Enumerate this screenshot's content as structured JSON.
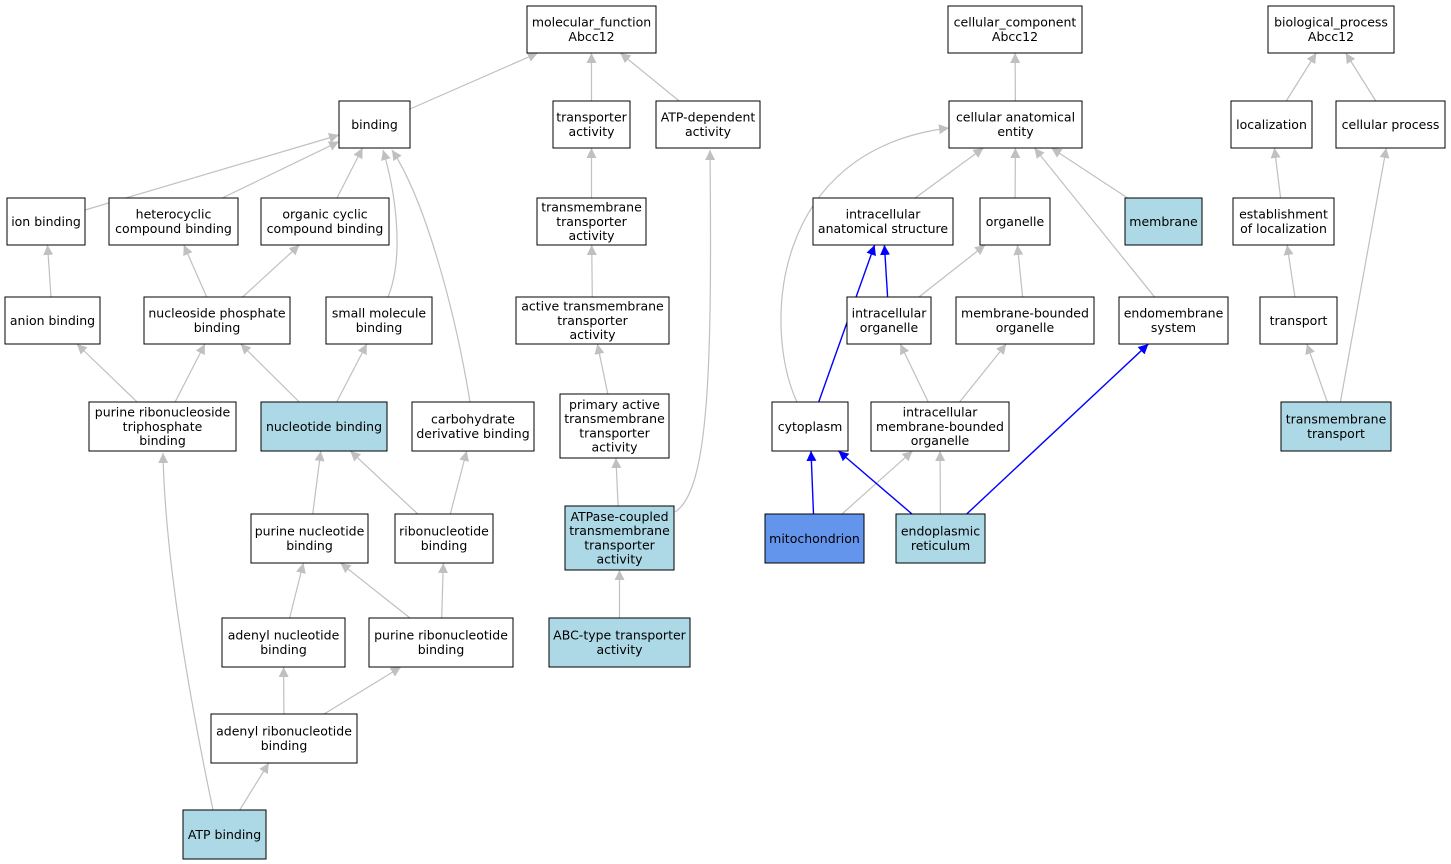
{
  "colors": {
    "plain": "#ffffff",
    "highlight": "#add8e6",
    "focus": "#6495ed",
    "edge_gray": "#c0c0c0",
    "edge_blue": "#0000ff"
  },
  "nodes": [
    {
      "id": "mf",
      "label": [
        "molecular_function",
        "Abcc12"
      ],
      "style": "plain"
    },
    {
      "id": "binding",
      "label": [
        "binding"
      ],
      "style": "plain"
    },
    {
      "id": "transp",
      "label": [
        "transporter",
        "activity"
      ],
      "style": "plain"
    },
    {
      "id": "atpdep",
      "label": [
        "ATP-dependent",
        "activity"
      ],
      "style": "plain"
    },
    {
      "id": "ionb",
      "label": [
        "ion binding"
      ],
      "style": "plain"
    },
    {
      "id": "hetb",
      "label": [
        "heterocyclic",
        "compound binding"
      ],
      "style": "plain"
    },
    {
      "id": "orgcyc",
      "label": [
        "organic cyclic",
        "compound binding"
      ],
      "style": "plain"
    },
    {
      "id": "tmta",
      "label": [
        "transmembrane",
        "transporter",
        "activity"
      ],
      "style": "plain"
    },
    {
      "id": "anionb",
      "label": [
        "anion binding"
      ],
      "style": "plain"
    },
    {
      "id": "nucphos",
      "label": [
        "nucleoside phosphate",
        "binding"
      ],
      "style": "plain"
    },
    {
      "id": "smallm",
      "label": [
        "small molecule",
        "binding"
      ],
      "style": "plain"
    },
    {
      "id": "atmta",
      "label": [
        "active transmembrane",
        "transporter",
        "activity"
      ],
      "style": "plain"
    },
    {
      "id": "prntp",
      "label": [
        "purine ribonucleoside",
        "triphosphate",
        "binding"
      ],
      "style": "plain"
    },
    {
      "id": "nucb",
      "label": [
        "nucleotide binding"
      ],
      "style": "highlight"
    },
    {
      "id": "carbo",
      "label": [
        "carbohydrate",
        "derivative binding"
      ],
      "style": "plain"
    },
    {
      "id": "patmta",
      "label": [
        "primary active",
        "transmembrane",
        "transporter",
        "activity"
      ],
      "style": "plain"
    },
    {
      "id": "purnuc",
      "label": [
        "purine nucleotide",
        "binding"
      ],
      "style": "plain"
    },
    {
      "id": "ribonuc",
      "label": [
        "ribonucleotide",
        "binding"
      ],
      "style": "plain"
    },
    {
      "id": "atpcoup",
      "label": [
        "ATPase-coupled",
        "transmembrane",
        "transporter",
        "activity"
      ],
      "style": "highlight"
    },
    {
      "id": "adenyl",
      "label": [
        "adenyl nucleotide",
        "binding"
      ],
      "style": "plain"
    },
    {
      "id": "purribo",
      "label": [
        "purine ribonucleotide",
        "binding"
      ],
      "style": "plain"
    },
    {
      "id": "abc",
      "label": [
        "ABC-type transporter",
        "activity"
      ],
      "style": "highlight"
    },
    {
      "id": "adribo",
      "label": [
        "adenyl ribonucleotide",
        "binding"
      ],
      "style": "plain"
    },
    {
      "id": "atpb",
      "label": [
        "ATP binding"
      ],
      "style": "highlight"
    },
    {
      "id": "cc",
      "label": [
        "cellular_component",
        "Abcc12"
      ],
      "style": "plain"
    },
    {
      "id": "cae",
      "label": [
        "cellular anatomical",
        "entity"
      ],
      "style": "plain"
    },
    {
      "id": "ias",
      "label": [
        "intracellular",
        "anatomical structure"
      ],
      "style": "plain"
    },
    {
      "id": "organelle",
      "label": [
        "organelle"
      ],
      "style": "plain"
    },
    {
      "id": "membrane",
      "label": [
        "membrane"
      ],
      "style": "highlight"
    },
    {
      "id": "intorg",
      "label": [
        "intracellular",
        "organelle"
      ],
      "style": "plain"
    },
    {
      "id": "mbo",
      "label": [
        "membrane-bounded",
        "organelle"
      ],
      "style": "plain"
    },
    {
      "id": "endo",
      "label": [
        "endomembrane",
        "system"
      ],
      "style": "plain"
    },
    {
      "id": "cyto",
      "label": [
        "cytoplasm"
      ],
      "style": "plain"
    },
    {
      "id": "imbo",
      "label": [
        "intracellular",
        "membrane-bounded",
        "organelle"
      ],
      "style": "plain"
    },
    {
      "id": "mito",
      "label": [
        "mitochondrion"
      ],
      "style": "focus"
    },
    {
      "id": "er",
      "label": [
        "endoplasmic",
        "reticulum"
      ],
      "style": "highlight"
    },
    {
      "id": "bp",
      "label": [
        "biological_process",
        "Abcc12"
      ],
      "style": "plain"
    },
    {
      "id": "loc",
      "label": [
        "localization"
      ],
      "style": "plain"
    },
    {
      "id": "cellproc",
      "label": [
        "cellular process"
      ],
      "style": "plain"
    },
    {
      "id": "estloc",
      "label": [
        "establishment",
        "of localization"
      ],
      "style": "plain"
    },
    {
      "id": "transport",
      "label": [
        "transport"
      ],
      "style": "plain"
    },
    {
      "id": "tmtrans",
      "label": [
        "transmembrane",
        "transport"
      ],
      "style": "highlight"
    }
  ],
  "edges": [
    {
      "from": "binding",
      "to": "mf",
      "color": "gray"
    },
    {
      "from": "transp",
      "to": "mf",
      "color": "gray"
    },
    {
      "from": "atpdep",
      "to": "mf",
      "color": "gray"
    },
    {
      "from": "ionb",
      "to": "binding",
      "color": "gray"
    },
    {
      "from": "hetb",
      "to": "binding",
      "color": "gray"
    },
    {
      "from": "orgcyc",
      "to": "binding",
      "color": "gray"
    },
    {
      "from": "smallm",
      "to": "binding",
      "color": "gray"
    },
    {
      "from": "carbo",
      "to": "binding",
      "color": "gray"
    },
    {
      "from": "tmta",
      "to": "transp",
      "color": "gray"
    },
    {
      "from": "atpcoup",
      "to": "atpdep",
      "color": "gray"
    },
    {
      "from": "anionb",
      "to": "ionb",
      "color": "gray"
    },
    {
      "from": "nucphos",
      "to": "hetb",
      "color": "gray"
    },
    {
      "from": "nucphos",
      "to": "orgcyc",
      "color": "gray"
    },
    {
      "from": "atmta",
      "to": "tmta",
      "color": "gray"
    },
    {
      "from": "prntp",
      "to": "anionb",
      "color": "gray"
    },
    {
      "from": "prntp",
      "to": "nucphos",
      "color": "gray"
    },
    {
      "from": "nucb",
      "to": "nucphos",
      "color": "gray"
    },
    {
      "from": "nucb",
      "to": "smallm",
      "color": "gray"
    },
    {
      "from": "patmta",
      "to": "atmta",
      "color": "gray"
    },
    {
      "from": "purnuc",
      "to": "nucb",
      "color": "gray"
    },
    {
      "from": "ribonuc",
      "to": "nucb",
      "color": "gray"
    },
    {
      "from": "ribonuc",
      "to": "carbo",
      "color": "gray"
    },
    {
      "from": "atpcoup",
      "to": "patmta",
      "color": "gray"
    },
    {
      "from": "adenyl",
      "to": "purnuc",
      "color": "gray"
    },
    {
      "from": "purribo",
      "to": "purnuc",
      "color": "gray"
    },
    {
      "from": "purribo",
      "to": "ribonuc",
      "color": "gray"
    },
    {
      "from": "abc",
      "to": "atpcoup",
      "color": "gray"
    },
    {
      "from": "adribo",
      "to": "adenyl",
      "color": "gray"
    },
    {
      "from": "adribo",
      "to": "purribo",
      "color": "gray"
    },
    {
      "from": "atpb",
      "to": "adribo",
      "color": "gray"
    },
    {
      "from": "atpb",
      "to": "prntp",
      "color": "gray"
    },
    {
      "from": "cae",
      "to": "cc",
      "color": "gray"
    },
    {
      "from": "ias",
      "to": "cae",
      "color": "gray"
    },
    {
      "from": "organelle",
      "to": "cae",
      "color": "gray"
    },
    {
      "from": "membrane",
      "to": "cae",
      "color": "gray"
    },
    {
      "from": "endo",
      "to": "cae",
      "color": "gray"
    },
    {
      "from": "cyto",
      "to": "cae",
      "color": "gray"
    },
    {
      "from": "intorg",
      "to": "ias",
      "color": "blue"
    },
    {
      "from": "intorg",
      "to": "organelle",
      "color": "gray"
    },
    {
      "from": "mbo",
      "to": "organelle",
      "color": "gray"
    },
    {
      "from": "cyto",
      "to": "ias",
      "color": "blue"
    },
    {
      "from": "imbo",
      "to": "intorg",
      "color": "gray"
    },
    {
      "from": "imbo",
      "to": "mbo",
      "color": "gray"
    },
    {
      "from": "mito",
      "to": "cyto",
      "color": "blue"
    },
    {
      "from": "mito",
      "to": "imbo",
      "color": "gray"
    },
    {
      "from": "er",
      "to": "cyto",
      "color": "blue"
    },
    {
      "from": "er",
      "to": "imbo",
      "color": "gray"
    },
    {
      "from": "er",
      "to": "endo",
      "color": "blue"
    },
    {
      "from": "loc",
      "to": "bp",
      "color": "gray"
    },
    {
      "from": "cellproc",
      "to": "bp",
      "color": "gray"
    },
    {
      "from": "estloc",
      "to": "loc",
      "color": "gray"
    },
    {
      "from": "transport",
      "to": "estloc",
      "color": "gray"
    },
    {
      "from": "tmtrans",
      "to": "transport",
      "color": "gray"
    },
    {
      "from": "tmtrans",
      "to": "cellproc",
      "color": "gray"
    }
  ]
}
